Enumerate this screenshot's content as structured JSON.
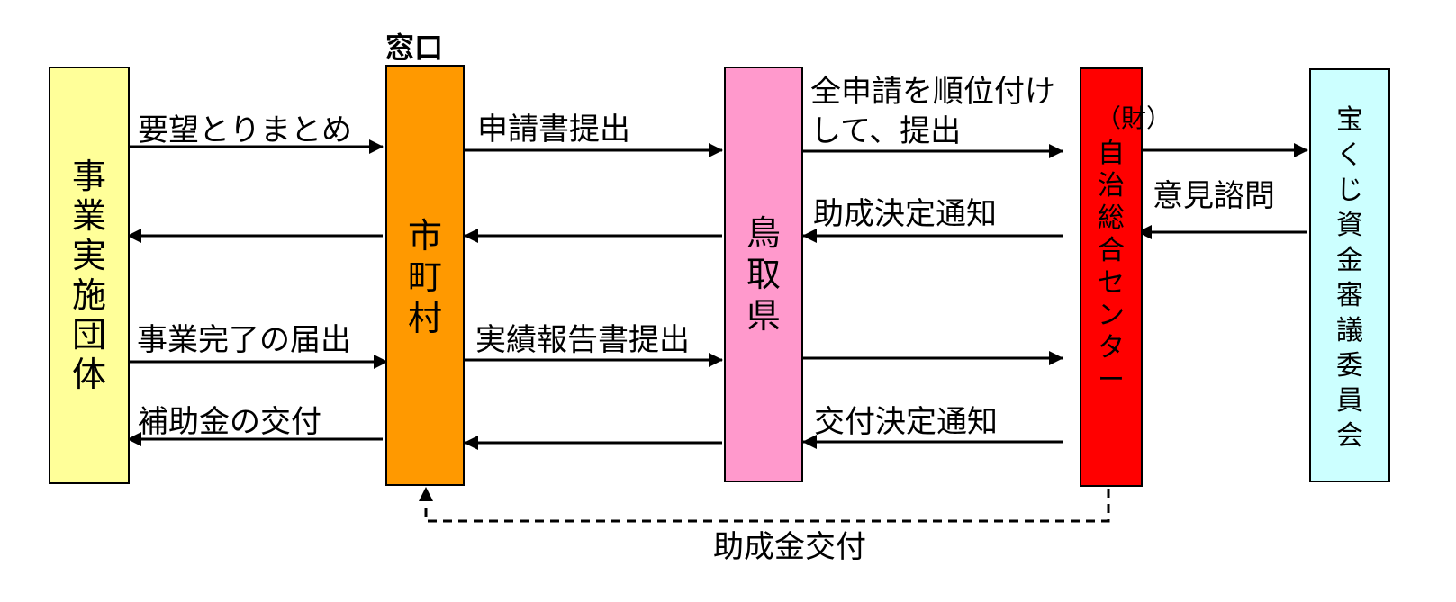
{
  "diagram": {
    "madoguchi": "窓口",
    "boxes": {
      "jigyo": {
        "text": "事業実施団体",
        "color": "#FFFF99"
      },
      "shichoson": {
        "text": "市町村",
        "color": "#FF9900"
      },
      "tottori": {
        "text": "鳥取県",
        "color": "#FF99CC"
      },
      "center": {
        "text_top": "（財）",
        "text_main": "自治総合センター",
        "color": "#FF0000"
      },
      "committee": {
        "text": "宝くじ資金審議委員会",
        "color": "#CCFFFF"
      }
    },
    "labels": {
      "yobo": "要望とりまとめ",
      "shinseisho": "申請書提出",
      "zenshinsei_1": "全申請を順位付け",
      "zenshinsei_2": "して、提出",
      "iken": "意見諮問",
      "josei_kettei": "助成決定通知",
      "kanryo": "事業完了の届出",
      "jisseki": "実績報告書提出",
      "kofu": "補助金の交付",
      "kofu_kettei": "交付決定通知",
      "josei_kofu": "助成金交付"
    }
  }
}
